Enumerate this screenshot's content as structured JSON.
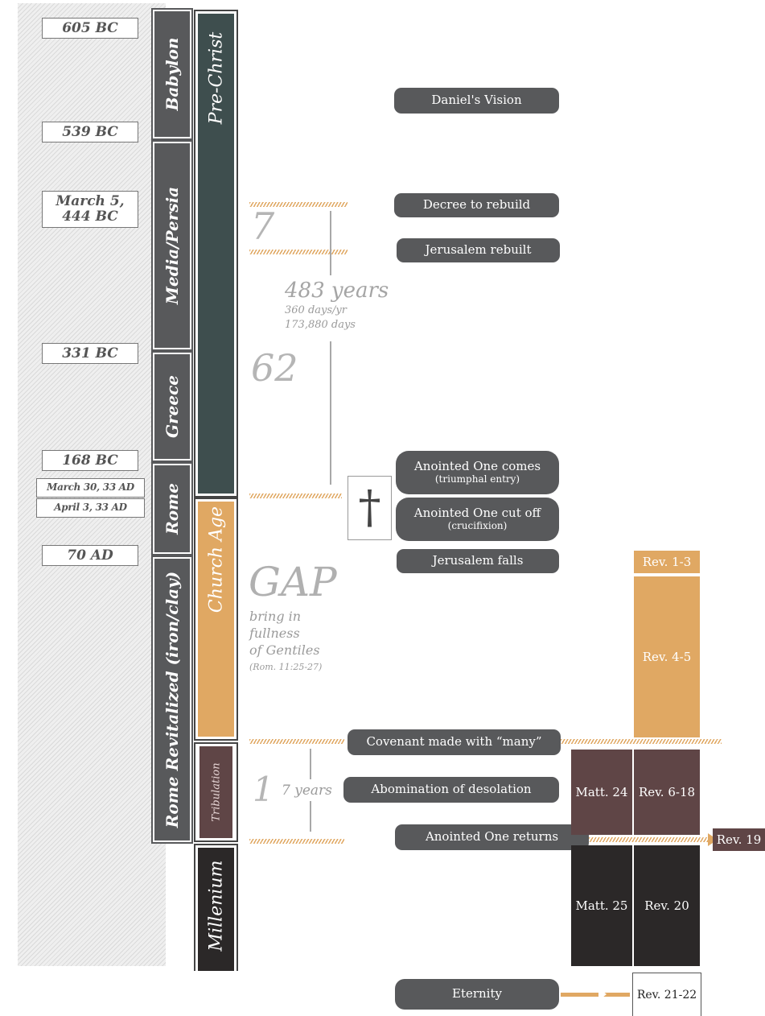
{
  "dates": {
    "d605": "605 BC",
    "d539": "539 BC",
    "d444a": "March 5,",
    "d444b": "444 BC",
    "d331": "331 BC",
    "d168": "168 BC",
    "d33a": "March 30, 33 AD",
    "d33b": "April 3, 33 AD",
    "d70": "70 AD"
  },
  "empires": {
    "babylon": "Babylon",
    "media": "Media/Persia",
    "greece": "Greece",
    "rome": "Rome",
    "rome_revitalized": "Rome Revitalized (iron/clay)"
  },
  "eras": {
    "pre_christ": "Pre-Christ",
    "church_age": "Church Age",
    "tribulation": "Tribulation",
    "millenium": "Millenium"
  },
  "weeks": {
    "seven": "7",
    "sixty_two": "62",
    "one": "1",
    "years_483": "483 years",
    "days_yr": "360 days/yr",
    "days_total": "173,880 days",
    "seven_years": "7 years"
  },
  "gap": {
    "title": "GAP",
    "l1": "bring in",
    "l2": "fullness",
    "l3": "of Gentiles",
    "ref": "(Rom. 11:25-27)"
  },
  "events": {
    "vision": "Daniel's Vision",
    "decree": "Decree to rebuild",
    "rebuilt": "Jerusalem rebuilt",
    "comes": "Anointed One comes",
    "comes_sub": "(triumphal entry)",
    "cutoff": "Anointed One cut off",
    "cutoff_sub": "(crucifixion)",
    "falls": "Jerusalem falls",
    "covenant": "Covenant made with “many”",
    "abomination": "Abomination of desolation",
    "returns": "Anointed One returns",
    "eternity": "Eternity"
  },
  "cross_symbol": "†",
  "refs": {
    "rev1_3": "Rev. 1-3",
    "rev4_5": "Rev. 4-5",
    "matt24": "Matt. 24",
    "rev6_18": "Rev. 6-18",
    "rev19": "Rev. 19",
    "matt25": "Matt. 25",
    "rev20": "Rev. 20",
    "rev21_22": "Rev. 21-22"
  },
  "colors": {
    "empire": "#58595b",
    "pre_christ": "#3e4e4e",
    "church_age": "#e0a863",
    "tribulation": "#5f4546",
    "millenium": "#2b2828",
    "pill": "#58595b"
  }
}
